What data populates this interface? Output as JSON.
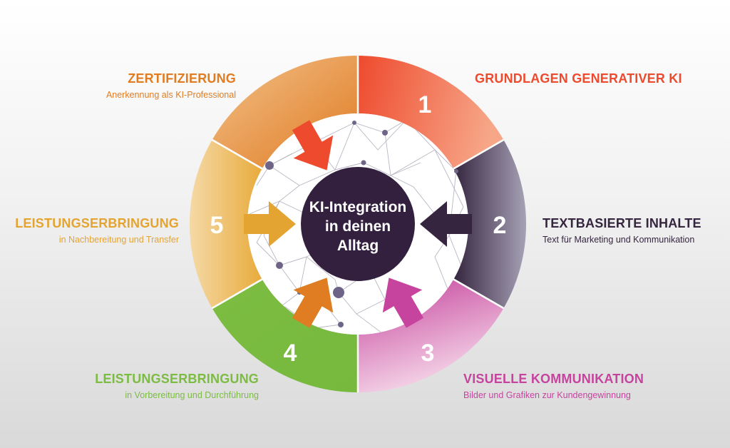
{
  "center": {
    "lines": [
      "KI-Integration",
      "in deinen",
      "Alltag"
    ],
    "color": "#33203f"
  },
  "segments": [
    {
      "number": "1",
      "title": "GRUNDLAGEN GENERATIVER KI",
      "subtitle": "",
      "color": "#ee4a2d",
      "color_light": "#f6a88c"
    },
    {
      "number": "2",
      "title": "TEXTBASIERTE INHALTE",
      "subtitle": "Text für Marketing und Kommunikation",
      "color": "#35253f",
      "color_light": "#a29db2"
    },
    {
      "number": "3",
      "title": "VISUELLE KOMMUNIKATION",
      "subtitle": "Bilder und Grafiken zur Kundengewinnung",
      "color": "#c6439e",
      "color_light": "#f3cfe4"
    },
    {
      "number": "4",
      "title": "LEISTUNGSERBRINGUNG",
      "subtitle": "in Vorbereitung und Durchführung",
      "color": "#7cbc42",
      "color_light": "#7cbc42"
    },
    {
      "number": "5",
      "title": "LEISTUNGSERBRINGUNG",
      "subtitle": "in Nachbereitung und Transfer",
      "color": "#e4a432",
      "color_light": "#f4d6a0"
    },
    {
      "number": "",
      "title": "ZERTIFIZIERUNG",
      "subtitle": "Anerkennung als KI-Professional",
      "color": "#e07c22",
      "color_light": "#f1bd82"
    }
  ]
}
